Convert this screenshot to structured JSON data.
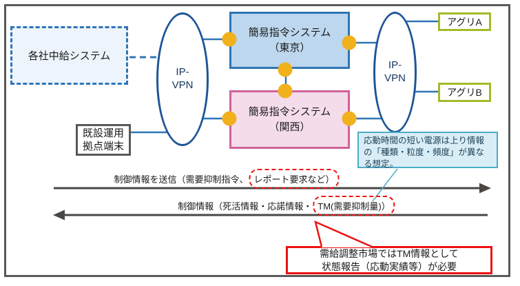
{
  "nodes": {
    "chugyu": "各社中給システム",
    "kisetsu": "既設運用\n拠点端末",
    "ipvpn_left": "IP-\nVPN",
    "ipvpn_right": "IP-\nVPN",
    "tokyo": "簡易指令システム\n（東京）",
    "kansai": "簡易指令システム\n（関西）",
    "aguri_a": "アグリA",
    "aguri_b": "アグリB"
  },
  "flows": {
    "downlink_prefix": "制御情報を送信（需要抑制指令、",
    "downlink_highlight": "レポート要求など）",
    "uplink_prefix": "制御情報（死活情報・応諾情報・",
    "uplink_highlight": "TM(需要抑制量)）"
  },
  "callout": "応動時間の短い電源は上り情報の「種類・粒度・頻度」が異なる想定。",
  "note": "需給調整市場ではTM情報として\n状態報告（応動実績等）が必要",
  "colors": {
    "blue_accent": "#2e75b6",
    "box_blue_fill": "#bdd7ee",
    "box_pink_fill": "#f5dcea",
    "box_pink_border": "#cf6298",
    "ellipse_border": "#1f5597",
    "dot_yellow": "#f1b11c",
    "green_border": "#a4ba28",
    "callout_fill": "#d9edf7",
    "callout_border": "#4bacc6",
    "highlight_red": "#ee1111",
    "arrow_gray": "#4a4644",
    "frame_gray": "#595959"
  }
}
